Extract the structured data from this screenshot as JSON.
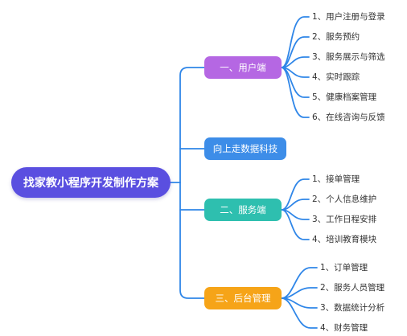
{
  "root": {
    "label": "找家教小程序开发制作方案",
    "color": "#5a4fe0"
  },
  "line_color": "#2f86e8",
  "branches": [
    {
      "label": "一、用户端",
      "color": "#b567e3",
      "leaves": [
        "1、用户注册与登录",
        "2、服务预约",
        "3、服务展示与筛选",
        "4、实时跟踪",
        "5、健康档案管理",
        "6、在线咨询与反馈"
      ]
    },
    {
      "label": "向上走数据科技",
      "color": "#3d8de8",
      "leaves": []
    },
    {
      "label": "二、服务端",
      "color": "#2ebfaf",
      "leaves": [
        "1、接单管理",
        "2、个人信息维护",
        "3、工作日程安排",
        "4、培训教育模块"
      ]
    },
    {
      "label": "三、后台管理",
      "color": "#f6a418",
      "leaves": [
        "1、订单管理",
        "2、服务人员管理",
        "3、数据统计分析",
        "4、财务管理"
      ]
    }
  ]
}
